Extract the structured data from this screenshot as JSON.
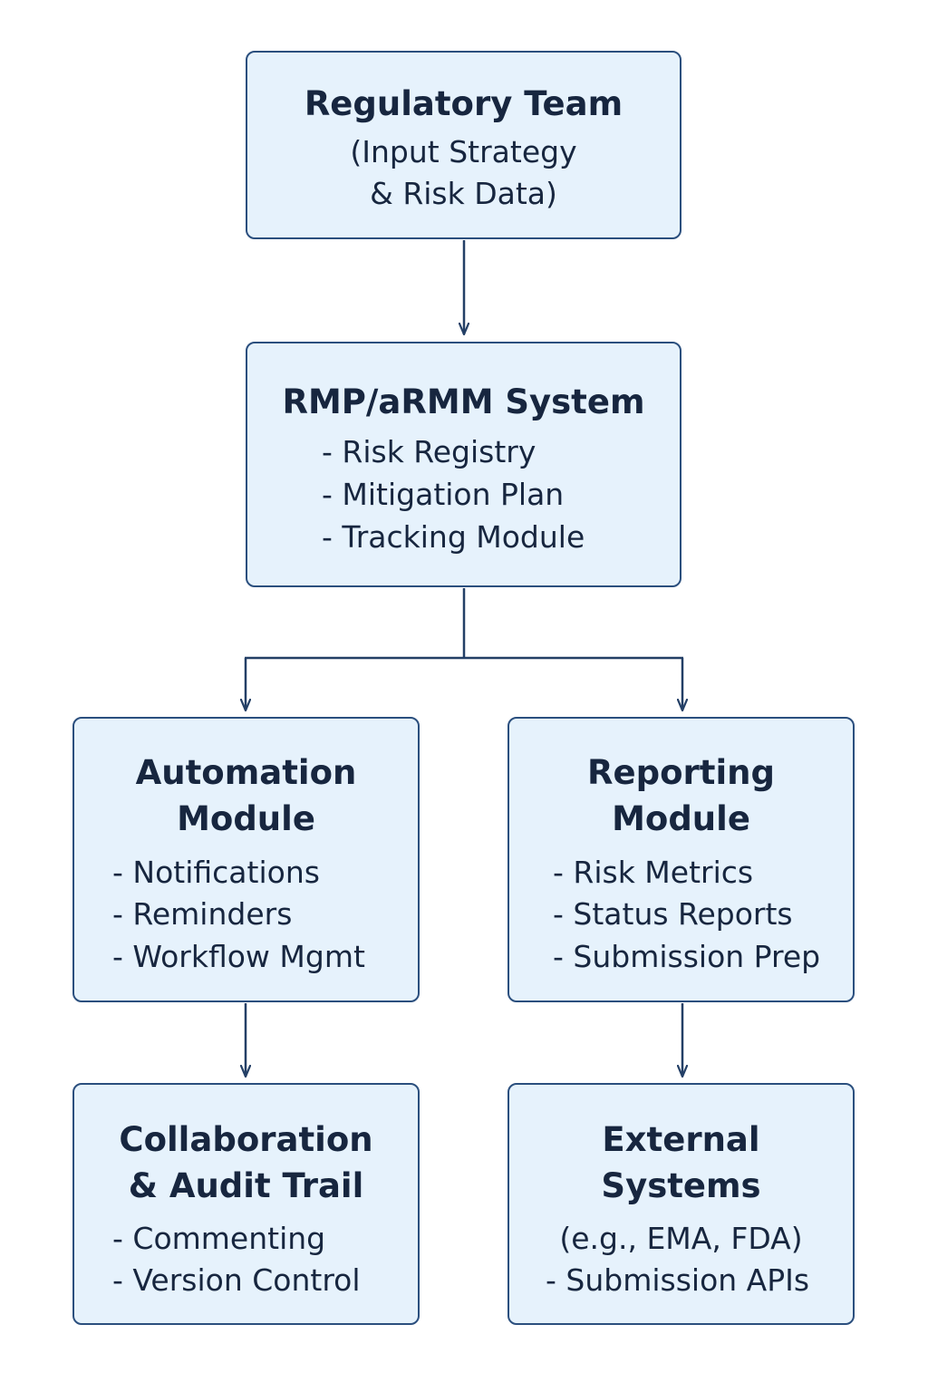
{
  "nodes": {
    "regulatory_team": {
      "title": "Regulatory Team",
      "subtitle_lines": [
        "(Input Strategy",
        "& Risk Data)"
      ]
    },
    "rmp_system": {
      "title": "RMP/aRMM System",
      "items": [
        "- Risk Registry",
        "- Mitigation Plan",
        "- Tracking Module"
      ]
    },
    "automation_module": {
      "title_lines": [
        "Automation",
        "Module"
      ],
      "items": [
        "- Notifications",
        "- Reminders",
        "- Workflow Mgmt"
      ]
    },
    "reporting_module": {
      "title_lines": [
        "Reporting",
        "Module"
      ],
      "items": [
        "- Risk Metrics",
        "- Status Reports",
        "- Submission Prep"
      ]
    },
    "collaboration_audit": {
      "title_lines": [
        "Collaboration",
        "& Audit Trail"
      ],
      "items": [
        "- Commenting",
        "- Version Control"
      ]
    },
    "external_systems": {
      "title_lines": [
        "External",
        "Systems"
      ],
      "subtitle": "(e.g., EMA, FDA)",
      "items": [
        "- Submission APIs"
      ]
    }
  },
  "edges": [
    {
      "from": "regulatory_team",
      "to": "rmp_system"
    },
    {
      "from": "rmp_system",
      "to": "automation_module"
    },
    {
      "from": "rmp_system",
      "to": "reporting_module"
    },
    {
      "from": "automation_module",
      "to": "collaboration_audit"
    },
    {
      "from": "reporting_module",
      "to": "external_systems"
    }
  ],
  "colors": {
    "box_fill": "#e6f2fc",
    "box_border": "#2b4f7e",
    "text": "#17263f",
    "connector": "#233f66"
  }
}
